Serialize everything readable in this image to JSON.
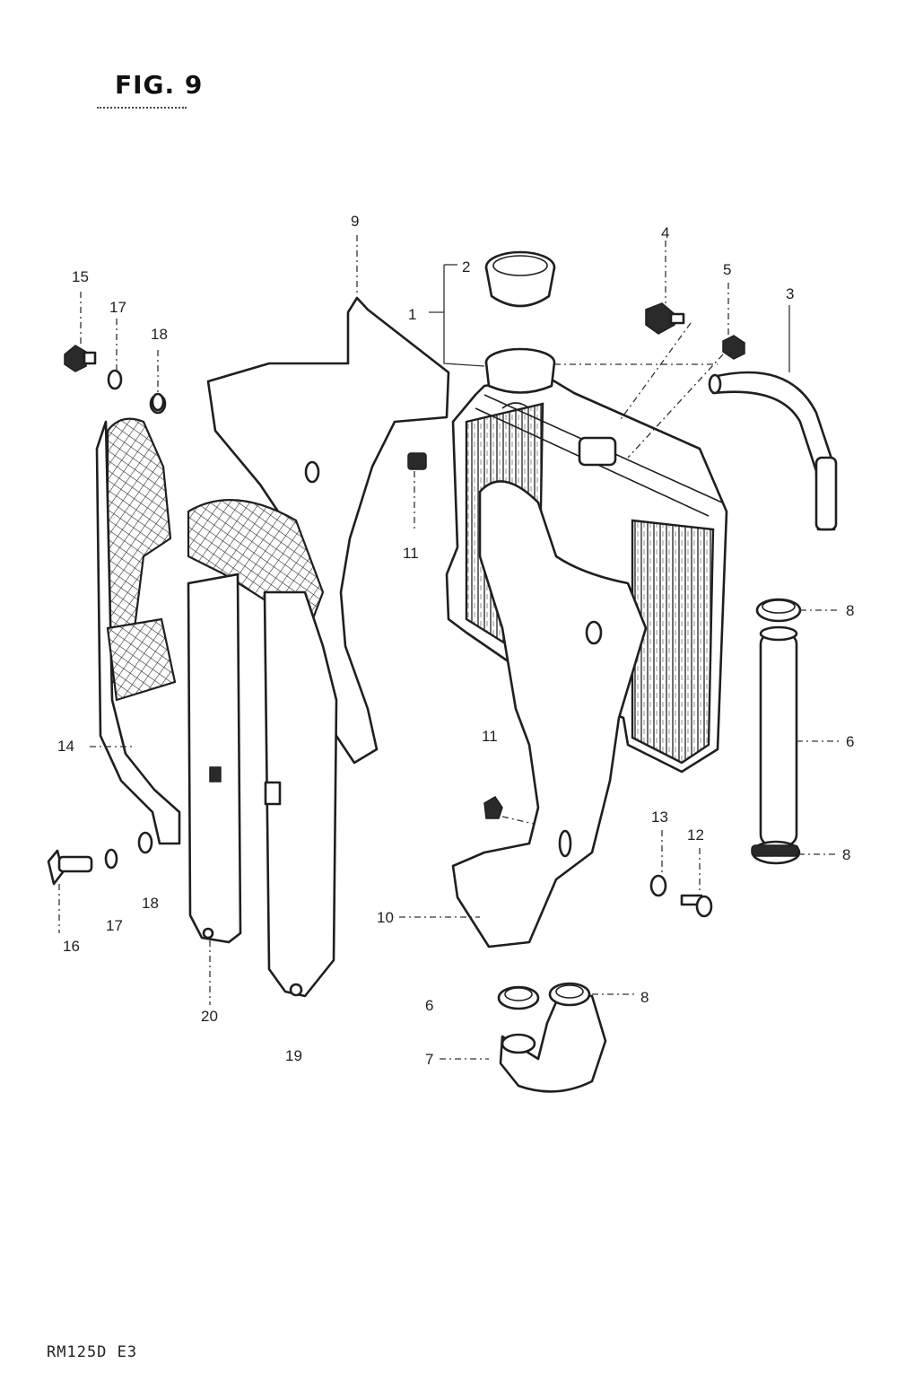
{
  "figure": {
    "title": "FIG. 9",
    "model_code": "RM125D E3"
  },
  "callouts": [
    {
      "id": "callout-1",
      "label": "1"
    },
    {
      "id": "callout-2",
      "label": "2"
    },
    {
      "id": "callout-3",
      "label": "3"
    },
    {
      "id": "callout-4",
      "label": "4"
    },
    {
      "id": "callout-5",
      "label": "5"
    },
    {
      "id": "callout-6-upper",
      "label": "6"
    },
    {
      "id": "callout-6-lower",
      "label": "6"
    },
    {
      "id": "callout-7",
      "label": "7"
    },
    {
      "id": "callout-8-top",
      "label": "8"
    },
    {
      "id": "callout-8-mid",
      "label": "8"
    },
    {
      "id": "callout-8-bottom",
      "label": "8"
    },
    {
      "id": "callout-9",
      "label": "9"
    },
    {
      "id": "callout-10",
      "label": "10"
    },
    {
      "id": "callout-11-upper",
      "label": "11"
    },
    {
      "id": "callout-11-lower",
      "label": "11"
    },
    {
      "id": "callout-12",
      "label": "12"
    },
    {
      "id": "callout-13",
      "label": "13"
    },
    {
      "id": "callout-14",
      "label": "14"
    },
    {
      "id": "callout-15",
      "label": "15"
    },
    {
      "id": "callout-16",
      "label": "16"
    },
    {
      "id": "callout-17-upper",
      "label": "17"
    },
    {
      "id": "callout-17-lower",
      "label": "17"
    },
    {
      "id": "callout-18-upper",
      "label": "18"
    },
    {
      "id": "callout-18-lower",
      "label": "18"
    },
    {
      "id": "callout-19",
      "label": "19"
    },
    {
      "id": "callout-20",
      "label": "20"
    }
  ]
}
